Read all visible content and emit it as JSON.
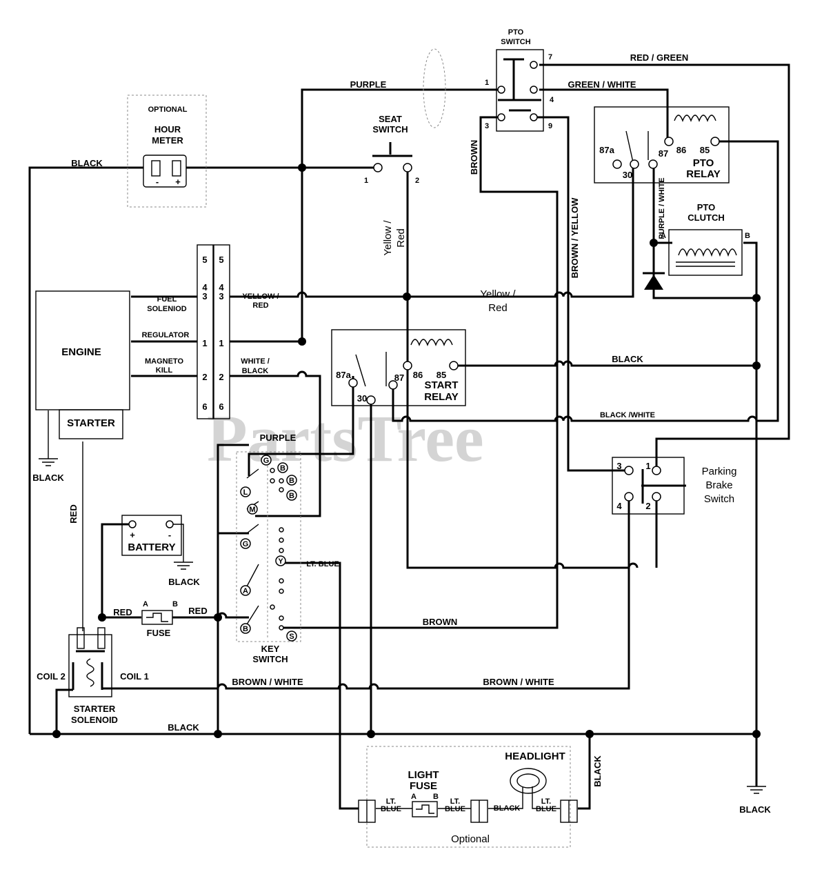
{
  "watermark": "PartsTree",
  "components": {
    "hour_meter": {
      "optional": "OPTIONAL",
      "title_line1": "HOUR",
      "title_line2": "METER",
      "minus": "-",
      "plus": "+"
    },
    "engine": {
      "title": "ENGINE",
      "starter": "STARTER"
    },
    "connector": {
      "left_pins": [
        "5",
        "4",
        "3",
        "1",
        "2",
        "6"
      ],
      "right_pins": [
        "5",
        "4",
        "3",
        "1",
        "2",
        "6"
      ],
      "labels": {
        "fuel1": "FUEL",
        "fuel2": "SOLENIOD",
        "regulator": "REGULATOR",
        "magneto1": "MAGNETO",
        "magneto2": "KILL"
      }
    },
    "pto_switch": {
      "line1": "PTO",
      "line2": "SWITCH",
      "pins": [
        "7",
        "1",
        "4",
        "3",
        "9"
      ]
    },
    "seat_switch": {
      "line1": "SEAT",
      "line2": "SWITCH",
      "pin1": "1",
      "pin2": "2"
    },
    "pto_relay": {
      "line1": "PTO",
      "line2": "RELAY",
      "pins": [
        "87a",
        "30",
        "87",
        "86",
        "85"
      ]
    },
    "pto_clutch": {
      "line1": "PTO",
      "line2": "CLUTCH",
      "a": "A",
      "b": "B"
    },
    "start_relay": {
      "line1": "START",
      "line2": "RELAY",
      "pins": [
        "87a",
        "30",
        "87",
        "86",
        "85"
      ]
    },
    "parking_brake": {
      "line1": "Parking",
      "line2": "Brake",
      "line3": "Switch",
      "pins": [
        "3",
        "1",
        "4",
        "2"
      ]
    },
    "battery": {
      "title": "BATTERY",
      "plus": "+",
      "minus": "-"
    },
    "fuse": {
      "title": "FUSE",
      "a": "A",
      "b": "B"
    },
    "key_switch": {
      "line1": "KEY",
      "line2": "SWITCH",
      "terms": [
        "G",
        "B",
        "B",
        "L",
        "B",
        "M",
        "G",
        "Y",
        "A",
        "B",
        "S"
      ]
    },
    "starter_solenoid": {
      "line1": "STARTER",
      "line2": "SOLENOID",
      "coil1": "COIL 1",
      "coil2": "COIL 2"
    },
    "optional_lights": {
      "title": "Optional",
      "light_fuse1": "LIGHT",
      "light_fuse2": "FUSE",
      "headlight": "HEADLIGHT",
      "a": "A",
      "b": "B"
    }
  },
  "wire_labels": {
    "purple": "PURPLE",
    "red_green": "RED / GREEN",
    "green_white": "GREEN / WHITE",
    "black": "BLACK",
    "brown": "BROWN",
    "brown_yellow": "BROWN / YELLOW",
    "purple_white": "PURPLE / WHITE",
    "yellow_red_v1": "Yellow /",
    "yellow_red_v2": "Red",
    "yellow_red_h1": "Yellow /",
    "yellow_red_h2": "Red",
    "yellow_red_caps1": "YELLOW /",
    "yellow_red_caps2": "RED",
    "white_black1": "WHITE /",
    "white_black2": "BLACK",
    "black_white": "BLACK /WHITE",
    "lt_blue": "LT. BLUE",
    "red": "RED",
    "brown_white": "BROWN / WHITE",
    "lt": "LT.",
    "blue": "BLUE"
  }
}
